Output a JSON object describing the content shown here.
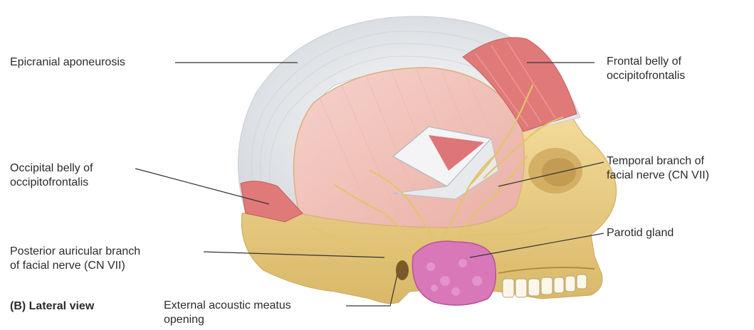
{
  "figure": {
    "caption": "(B) Lateral view"
  },
  "labels": {
    "epicranial_aponeurosis": "Epicranial aponeurosis",
    "frontal_belly_line1": "Frontal belly of",
    "frontal_belly_line2": "occipitofrontalis",
    "occipital_belly_line1": "Occipital belly of",
    "occipital_belly_line2": "occipitofrontalis",
    "temporal_branch_line1": "Temporal branch of",
    "temporal_branch_line2": "facial nerve (CN VII)",
    "posterior_auricular_line1": "Posterior auricular branch",
    "posterior_auricular_line2": "of facial nerve (CN VII)",
    "parotid_gland": "Parotid gland",
    "external_meatus_line1": "External acoustic meatus",
    "external_meatus_line2": "opening"
  },
  "colors": {
    "aponeurosis": "#eceef0",
    "muscle": "#e07a78",
    "muscle_light": "#f2c4bd",
    "bone": "#ecd08a",
    "nerve": "#e8cf7a",
    "parotid": "#d978b8",
    "leader_line": "#333333"
  }
}
